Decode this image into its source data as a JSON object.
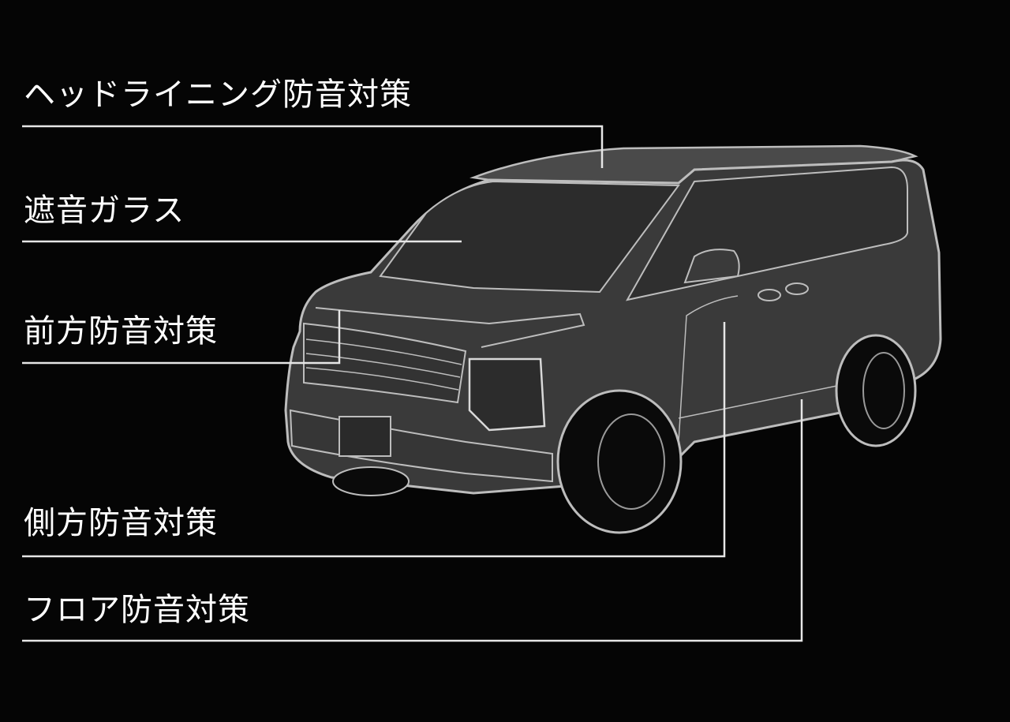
{
  "labels": {
    "headlining": "ヘッドライニング防音対策",
    "glass": "遮音ガラス",
    "front": "前方防音対策",
    "side": "側方防音対策",
    "floor": "フロア防音対策"
  },
  "colors": {
    "background": "#050505",
    "body_fill": "#3a3a3a",
    "roof_fill": "#4a4a4a",
    "glass_fill": "#2c2c2c",
    "outline": "#bdbdbd",
    "leader_line": "#e6e6e6",
    "text": "#ffffff"
  }
}
